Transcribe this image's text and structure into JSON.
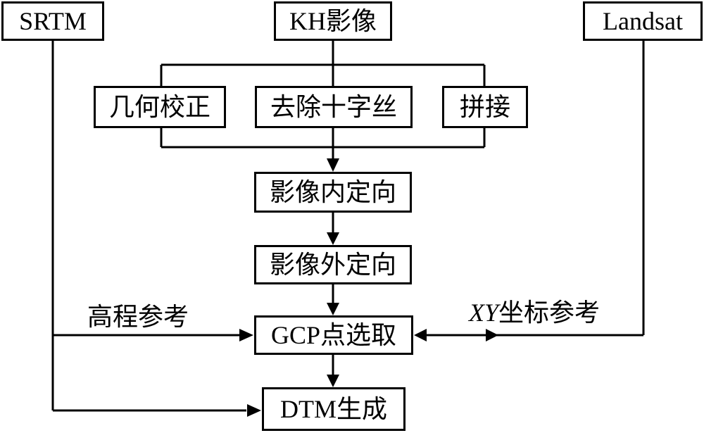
{
  "nodes": {
    "srtm": "SRTM",
    "kh": "KH影像",
    "landsat": "Landsat",
    "geometric": "几何校正",
    "remove_cross": "去除十字丝",
    "mosaic": "拼接",
    "interior": "影像内定向",
    "exterior": "影像外定向",
    "gcp": "GCP点选取",
    "dtm": "DTM生成"
  },
  "edges": {
    "elevation_ref": "高程参考",
    "xy_prefix": "XY",
    "xy_suffix": "坐标参考"
  },
  "colors": {
    "stroke": "#000000",
    "fill": "#ffffff"
  }
}
